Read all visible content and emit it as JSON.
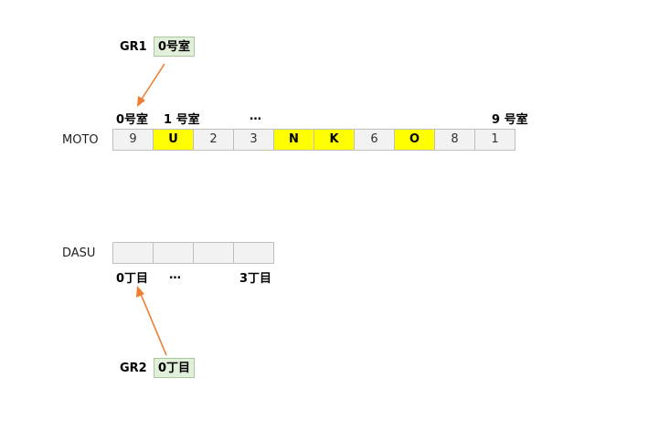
{
  "gr1": {
    "label": "GR1",
    "value": "0号室"
  },
  "gr2": {
    "label": "GR2",
    "value": "0丁目"
  },
  "moto": {
    "label": "MOTO",
    "header": {
      "first": "0号室",
      "second": "1 号室",
      "dots": "…",
      "last": "9 号室"
    },
    "cells": [
      {
        "text": "9",
        "highlight": false
      },
      {
        "text": "U",
        "highlight": true
      },
      {
        "text": "2",
        "highlight": false
      },
      {
        "text": "3",
        "highlight": false
      },
      {
        "text": "N",
        "highlight": true
      },
      {
        "text": "K",
        "highlight": true
      },
      {
        "text": "6",
        "highlight": false
      },
      {
        "text": "O",
        "highlight": true
      },
      {
        "text": "8",
        "highlight": false
      },
      {
        "text": "1",
        "highlight": false
      }
    ]
  },
  "dasu": {
    "label": "DASU",
    "footer": {
      "first": "0丁目",
      "dots": "…",
      "last": "3丁目"
    },
    "cells": [
      {
        "text": ""
      },
      {
        "text": ""
      },
      {
        "text": ""
      },
      {
        "text": ""
      }
    ]
  },
  "colors": {
    "highlight": "#ffff00",
    "cell": "#f2f2f2",
    "tag": "#e2efda",
    "arrow": "#ed7d31"
  }
}
